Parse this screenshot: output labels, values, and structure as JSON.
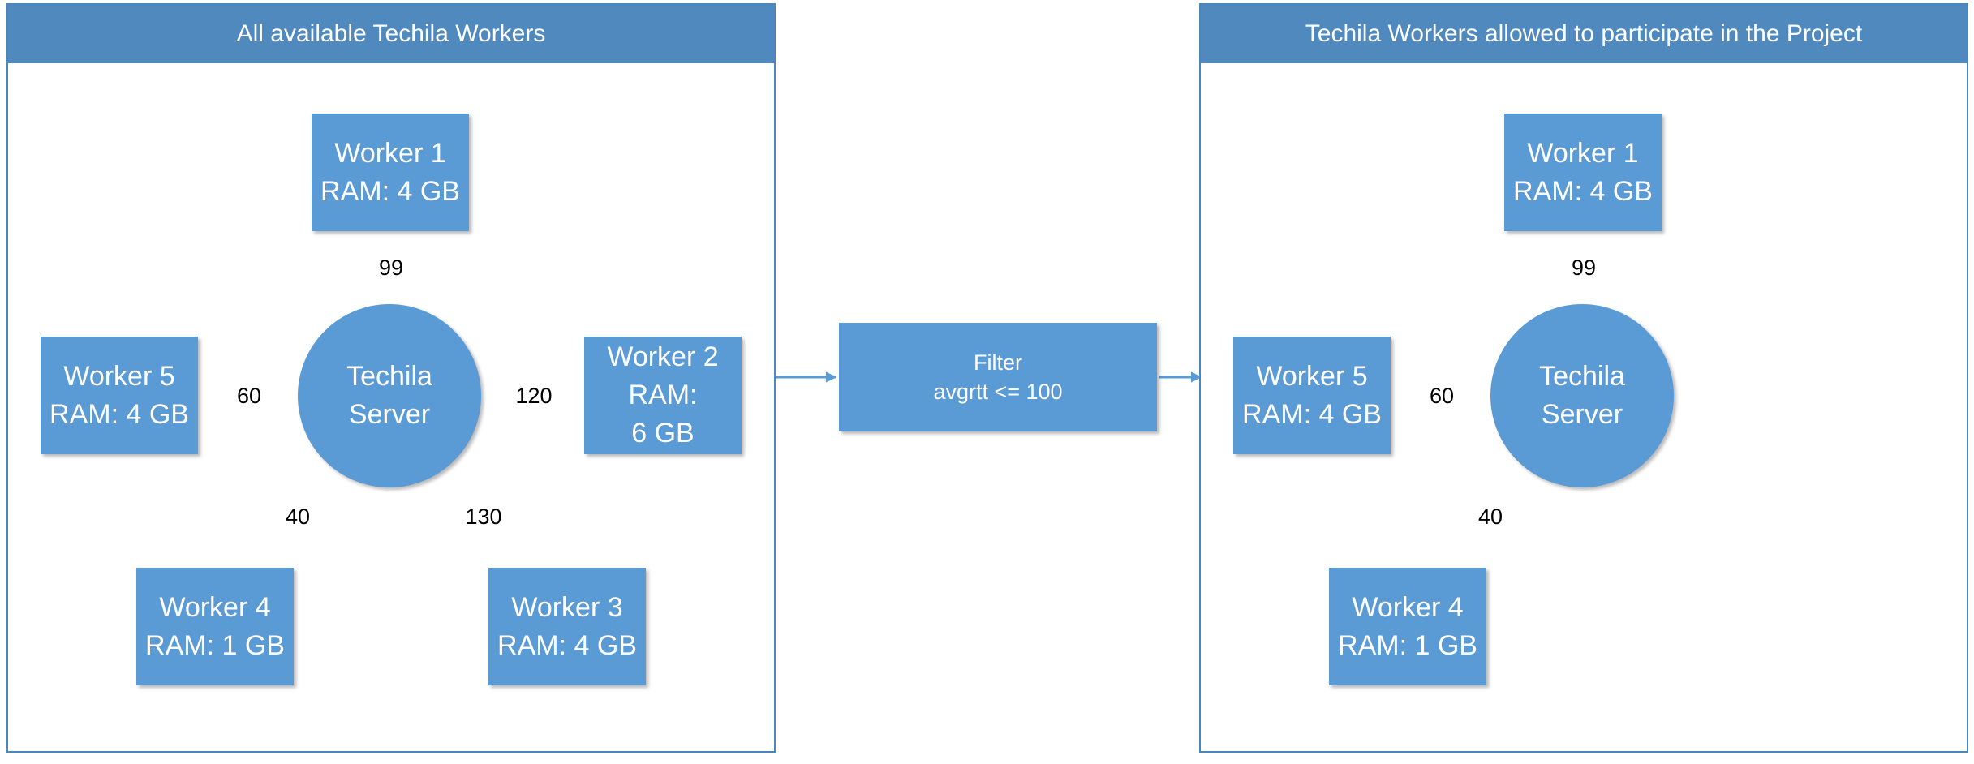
{
  "left_panel": {
    "title": "All available Techila Workers",
    "server": {
      "line1": "Techila",
      "line2": "Server"
    },
    "workers": [
      {
        "line1": "Worker 1",
        "line2": "RAM: 4 GB"
      },
      {
        "line1": "Worker 2",
        "line2": "RAM:",
        "line3": "6 GB"
      },
      {
        "line1": "Worker 3",
        "line2": "RAM: 4 GB"
      },
      {
        "line1": "Worker 4",
        "line2": "RAM: 1 GB"
      },
      {
        "line1": "Worker 5",
        "line2": "RAM: 4 GB"
      }
    ],
    "latencies": {
      "w1": "99",
      "w2": "120",
      "w3": "130",
      "w4": "40",
      "w5": "60"
    }
  },
  "filter": {
    "line1": "Filter",
    "line2": "avgrtt <= 100"
  },
  "right_panel": {
    "title": "Techila Workers allowed to participate in the Project",
    "server": {
      "line1": "Techila",
      "line2": "Server"
    },
    "workers": [
      {
        "line1": "Worker 1",
        "line2": "RAM: 4 GB"
      },
      {
        "line1": "Worker 4",
        "line2": "RAM: 1 GB"
      },
      {
        "line1": "Worker 5",
        "line2": "RAM: 4 GB"
      }
    ],
    "latencies": {
      "w1": "99",
      "w4": "40",
      "w5": "60"
    }
  },
  "colors": {
    "shape_fill": "#5b9bd5",
    "header_fill": "#4f89bd",
    "border": "#4a86c0",
    "text_on_shape": "#ffffff"
  }
}
